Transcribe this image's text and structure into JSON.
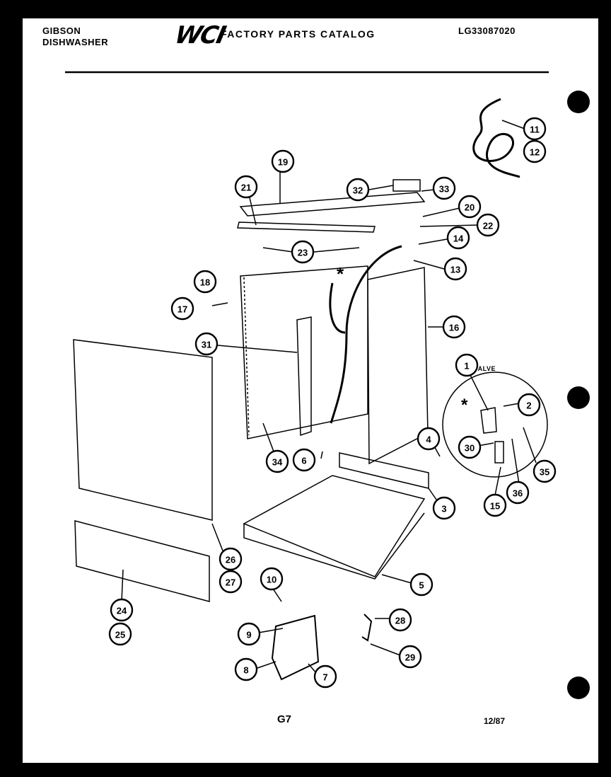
{
  "header": {
    "brand_line1": "GIBSON",
    "brand_line2": "DISHWASHER",
    "logo": "WCI",
    "catalog_title": "FACTORY PARTS CATALOG",
    "catalog_number": "LG33087020"
  },
  "footer": {
    "page": "G7",
    "date": "12/87"
  },
  "inset_label": "FILL VALVE",
  "asterisk": "*",
  "callouts": [
    "1",
    "2",
    "3",
    "4",
    "5",
    "6",
    "7",
    "8",
    "9",
    "10",
    "11",
    "12",
    "13",
    "14",
    "15",
    "16",
    "17",
    "18",
    "19",
    "20",
    "21",
    "22",
    "23",
    "24",
    "25",
    "26",
    "27",
    "28",
    "29",
    "30",
    "31",
    "32",
    "33",
    "34",
    "35",
    "36"
  ]
}
